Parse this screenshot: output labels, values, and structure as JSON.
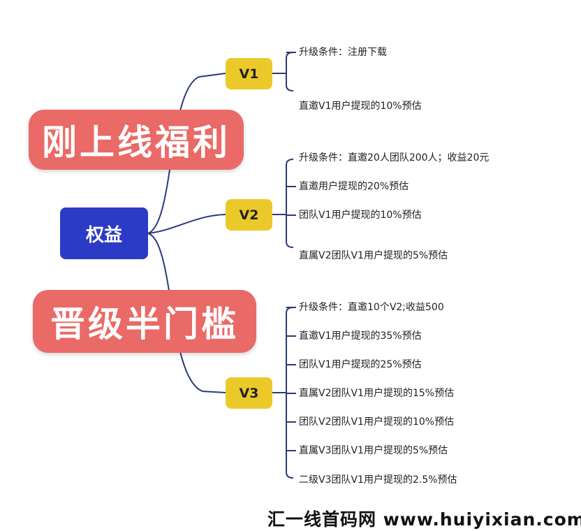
{
  "root": {
    "label": "权益"
  },
  "banners": [
    {
      "label": "刚上线福利"
    },
    {
      "label": "晋级半门槛"
    }
  ],
  "levels": [
    {
      "label": "V1",
      "items": [
        "升级条件：注册下载",
        "直邀V1用户提现的10%预估"
      ]
    },
    {
      "label": "V2",
      "items": [
        "升级条件：直邀20人团队200人；收益20元",
        "直邀用户提现的20%预估",
        "团队V1用户提现的10%预估",
        "直属V2团队V1用户提现的5%预估"
      ]
    },
    {
      "label": "V3",
      "items": [
        "升级条件：直邀10个V2;收益500",
        "直邀V1用户提现的35%预估",
        "团队V1用户提现的25%预估",
        "直属V2团队V1用户提现的15%预估",
        "团队V2团队V1用户提现的10%预估",
        "直属V3团队V1用户提现的5%预估",
        "二级V3团队V1用户提现的2.5%预估"
      ]
    }
  ],
  "watermark": {
    "text": "汇一线首码网 www.huiyixian.com"
  },
  "colors": {
    "root_bg": "#2b3bc6",
    "banner_bg": "#e96a66",
    "level_bg": "#ecc92a",
    "line": "#2c3a78"
  }
}
